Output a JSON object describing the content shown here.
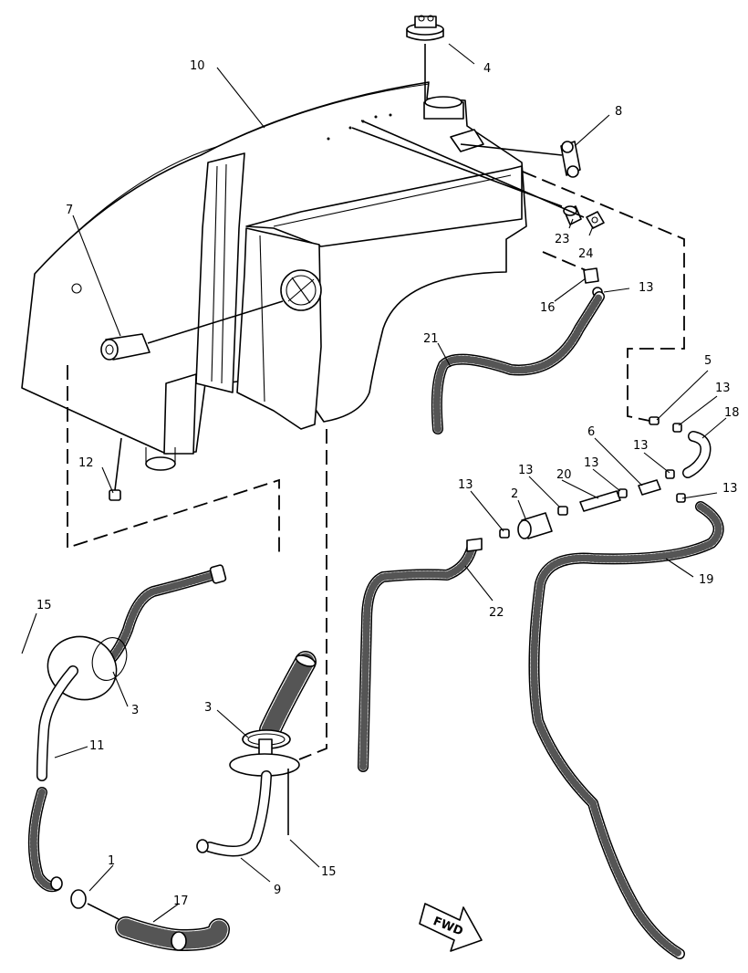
{
  "callouts": {
    "c1": "1",
    "c2": "2",
    "c3a": "3",
    "c3b": "3",
    "c4": "4",
    "c5": "5",
    "c6": "6",
    "c7": "7",
    "c8": "8",
    "c9": "9",
    "c10": "10",
    "c11": "11",
    "c12": "12",
    "c13a": "13",
    "c13b": "13",
    "c13c": "13",
    "c13d": "13",
    "c13e": "13",
    "c13f": "13",
    "c13g": "13",
    "c15a": "15",
    "c15b": "15",
    "c16": "16",
    "c17": "17",
    "c18": "18",
    "c19": "19",
    "c20": "20",
    "c21": "21",
    "c22": "22",
    "c23": "23",
    "c24": "24"
  },
  "direction_arrow": {
    "label": "FWD"
  }
}
